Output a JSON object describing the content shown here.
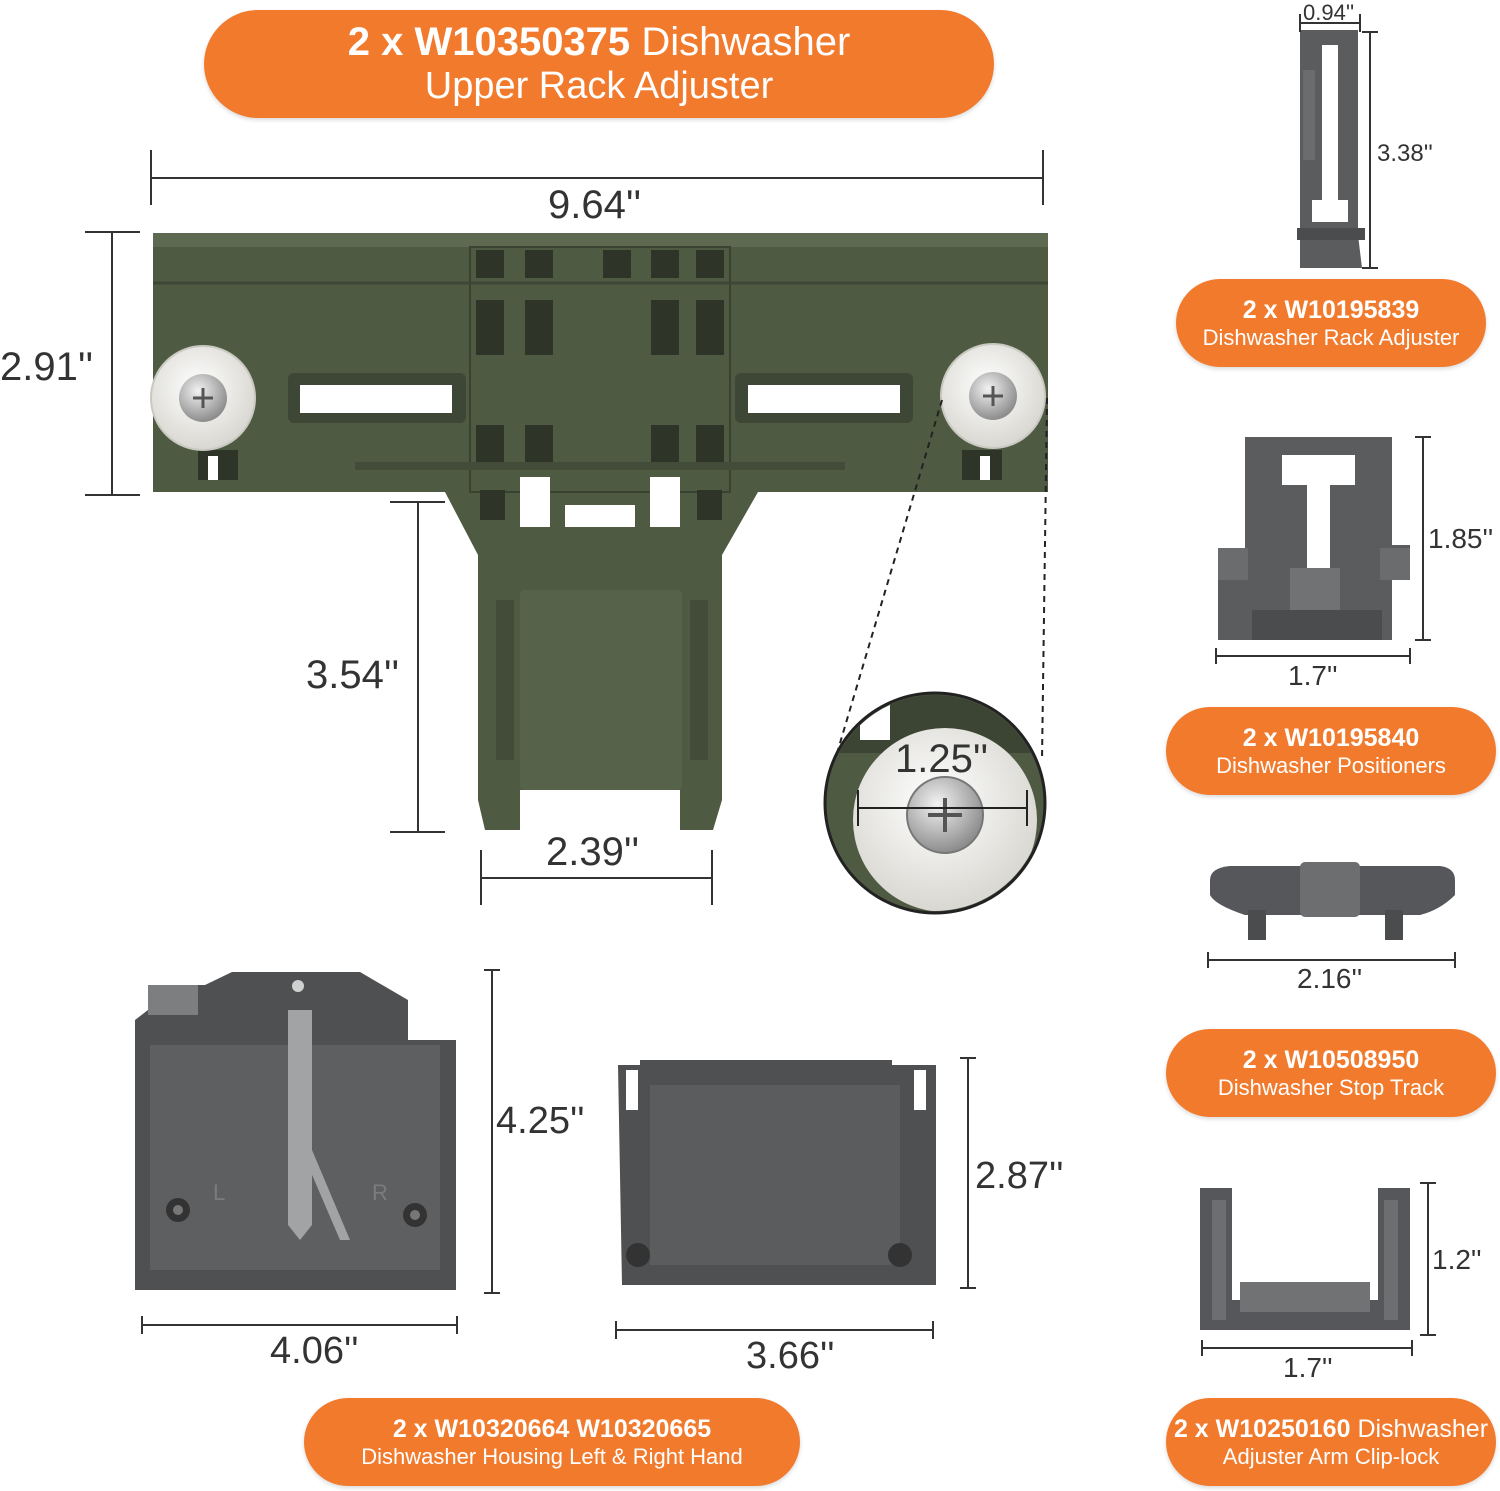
{
  "main_title": {
    "quantity": "2 x",
    "part_number": "W10350375",
    "name_line1": "Dishwasher",
    "name_line2": "Upper Rack Adjuster",
    "dimensions": {
      "width": "9.64''",
      "height": "2.91''",
      "arm_length": "3.54''",
      "arm_width": "2.39''",
      "wheel_diameter": "1.25''"
    }
  },
  "rack_adjuster": {
    "quantity": "2 x",
    "part_number": "W10195839",
    "name": "Dishwasher Rack Adjuster",
    "dim_width": "0.94''",
    "dim_height": "3.38''"
  },
  "positioners": {
    "quantity": "2 x",
    "part_number": "W10195840",
    "name": "Dishwasher Positioners",
    "dim_height": "1.85''",
    "dim_width": "1.7''"
  },
  "stop_track": {
    "quantity": "2 x",
    "part_number": "W10508950",
    "name": "Dishwasher Stop Track",
    "dim_width": "2.16''"
  },
  "clip_lock": {
    "quantity": "2 x",
    "part_number": "W10250160",
    "name_suffix": "Dishwasher",
    "name_line2": "Adjuster Arm Clip-lock",
    "dim_height": "1.2''",
    "dim_width": "1.7''"
  },
  "housing": {
    "quantity": "2 x",
    "part_numbers": "W10320664 W10320665",
    "name": "Dishwasher Housing Left & Right Hand",
    "left_dim_height": "4.25''",
    "left_dim_width": "4.06''",
    "right_dim_height": "2.87''",
    "right_dim_width": "3.66''",
    "mark_left": "L",
    "mark_right": "R"
  },
  "colors": {
    "accent": "#f27a2c",
    "part_green": "#4f5a43",
    "part_gray": "#5a5c5e",
    "wheel": "#ecebe6"
  }
}
